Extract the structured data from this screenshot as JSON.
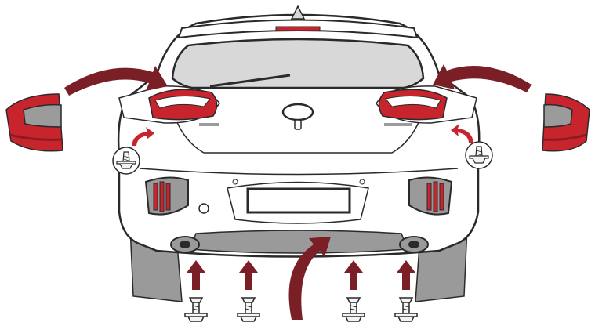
{
  "diagram": {
    "subject": "rear-view-car-light-and-bumper-installation",
    "colors": {
      "outline": "#2a2a2a",
      "body": "#ffffff",
      "glass": "#d8d8d8",
      "mudflap": "#9a9a9a",
      "arrow": "#7a1f26",
      "lamp_red": "#c8242e",
      "lamp_dark": "#8d1a20",
      "lamp_grey": "#9b9b9b"
    },
    "parts": [
      {
        "name": "left-tail-lamp-detached"
      },
      {
        "name": "right-tail-lamp-detached"
      },
      {
        "name": "left-push-clip"
      },
      {
        "name": "right-push-clip"
      },
      {
        "name": "bumper-screw",
        "count": 4
      }
    ],
    "arrows": [
      {
        "name": "arrow-left-lamp-install",
        "style": "curved"
      },
      {
        "name": "arrow-right-lamp-install",
        "style": "curved"
      },
      {
        "name": "arrow-left-clip",
        "style": "small-curved"
      },
      {
        "name": "arrow-right-clip",
        "style": "small-curved"
      },
      {
        "name": "arrow-bumper-up",
        "style": "curved"
      },
      {
        "name": "arrow-screw-up",
        "count": 4,
        "style": "straight"
      }
    ]
  }
}
